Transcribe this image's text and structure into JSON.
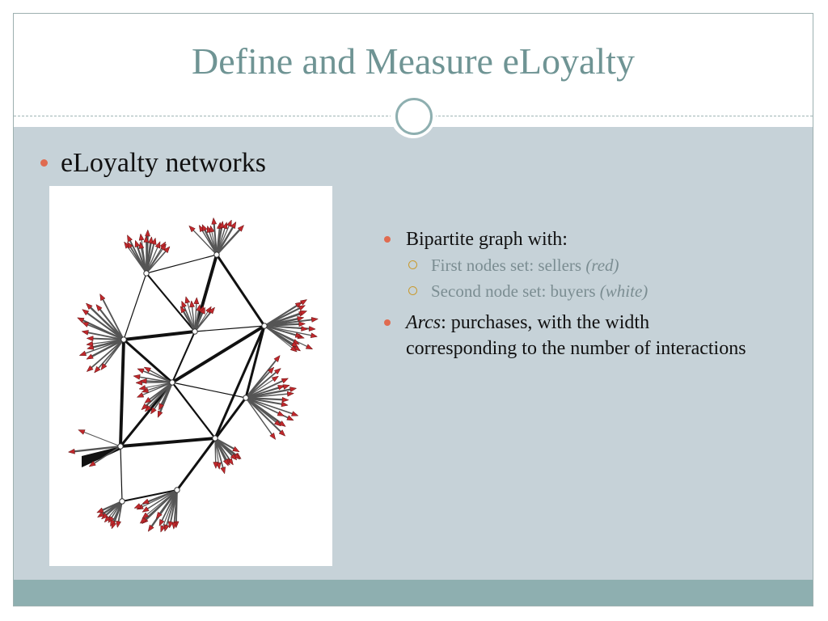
{
  "title": "Define and Measure eLoyalty",
  "heading": "eLoyalty networks",
  "bullets": {
    "bipartite": "Bipartite graph with:",
    "sellers_prefix": "First nodes set: sellers ",
    "sellers_note": "(red)",
    "buyers_prefix": "Second node set: buyers ",
    "buyers_note": "(white)",
    "arcs_term": "Arcs",
    "arcs_rest": ": purchases, with the width corresponding to the number of interactions"
  },
  "colors": {
    "title": "#6f9494",
    "bullet": "#e06b50",
    "sub_bullet": "#c99a2e",
    "seller_node": "#c0282c",
    "body_band": "#c6d2d8",
    "footer_band": "#8eafb0"
  }
}
